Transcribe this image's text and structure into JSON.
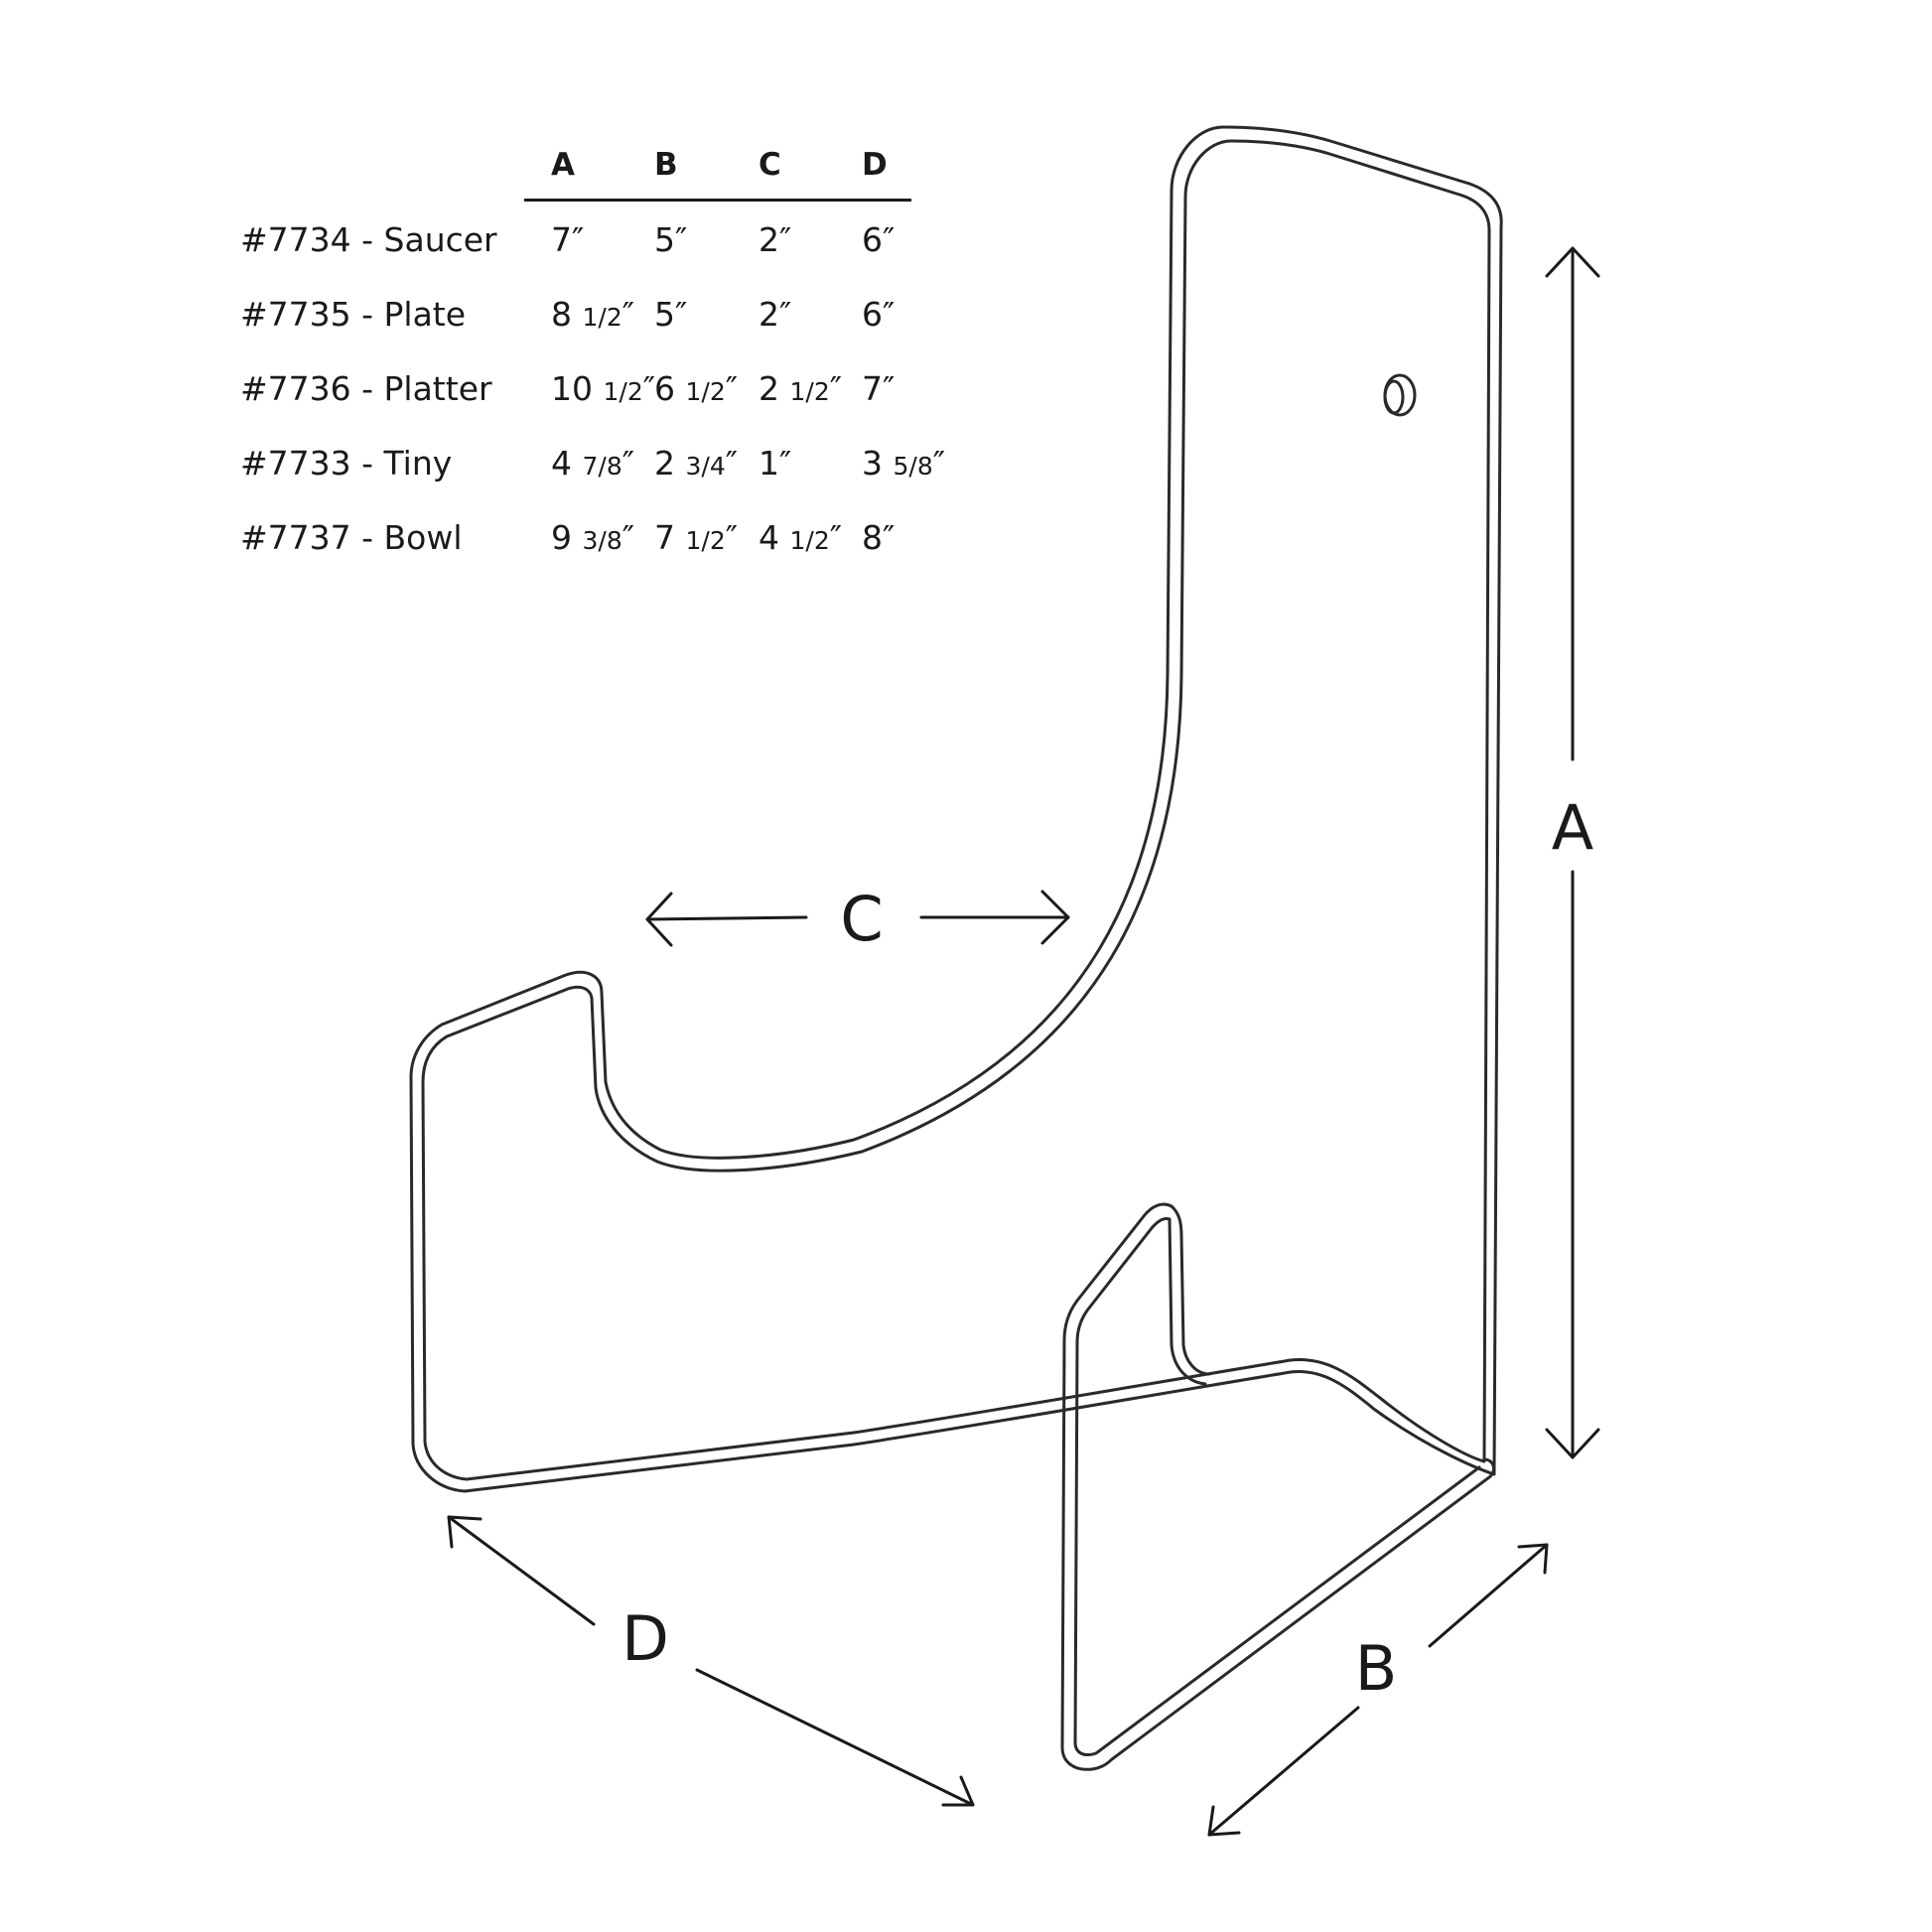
{
  "table": {
    "headers": [
      "A",
      "B",
      "C",
      "D"
    ],
    "rows": [
      {
        "label": "#7734 - Saucer",
        "a": "7″",
        "b": "5″",
        "c": "2″",
        "d": "6″"
      },
      {
        "label": "#7735 - Plate",
        "a": "8 1/2″",
        "b": "5″",
        "c": "2″",
        "d": "6″"
      },
      {
        "label": "#7736 - Platter",
        "a": "10 1/2″",
        "b": "6 1/2″",
        "c": "2 1/2″",
        "d": "7″"
      },
      {
        "label": "#7733 - Tiny",
        "a": "4 7/8″",
        "b": "2 3/4″",
        "c": "1″",
        "d": "3 5/8″"
      },
      {
        "label": "#7737 - Bowl",
        "a": "9 3/8″",
        "b": "7 1/2″",
        "c": "4 1/2″",
        "d": "8″"
      }
    ]
  },
  "dimensions": {
    "a": "A",
    "b": "B",
    "c": "C",
    "d": "D"
  }
}
